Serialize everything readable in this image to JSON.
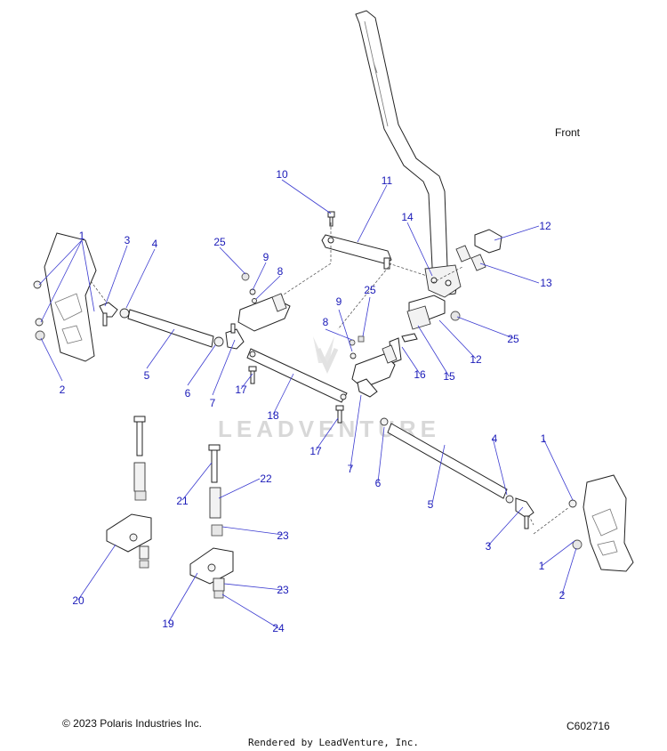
{
  "orientation_label": "Front",
  "callouts": [
    {
      "id": "c1a",
      "text": "1"
    },
    {
      "id": "c2a",
      "text": "2"
    },
    {
      "id": "c3a",
      "text": "3"
    },
    {
      "id": "c4a",
      "text": "4"
    },
    {
      "id": "c5a",
      "text": "5"
    },
    {
      "id": "c6a",
      "text": "6"
    },
    {
      "id": "c7a",
      "text": "7"
    },
    {
      "id": "c8a",
      "text": "8"
    },
    {
      "id": "c9a",
      "text": "9"
    },
    {
      "id": "c10",
      "text": "10"
    },
    {
      "id": "c11",
      "text": "11"
    },
    {
      "id": "c12a",
      "text": "12"
    },
    {
      "id": "c12b",
      "text": "12"
    },
    {
      "id": "c13",
      "text": "13"
    },
    {
      "id": "c14",
      "text": "14"
    },
    {
      "id": "c15",
      "text": "15"
    },
    {
      "id": "c16",
      "text": "16"
    },
    {
      "id": "c17a",
      "text": "17"
    },
    {
      "id": "c17b",
      "text": "17"
    },
    {
      "id": "c18",
      "text": "18"
    },
    {
      "id": "c19",
      "text": "19"
    },
    {
      "id": "c20",
      "text": "20"
    },
    {
      "id": "c21",
      "text": "21"
    },
    {
      "id": "c22",
      "text": "22"
    },
    {
      "id": "c23a",
      "text": "23"
    },
    {
      "id": "c23b",
      "text": "23"
    },
    {
      "id": "c24",
      "text": "24"
    },
    {
      "id": "c25a",
      "text": "25"
    },
    {
      "id": "c25b",
      "text": "25"
    },
    {
      "id": "c25c",
      "text": "25"
    },
    {
      "id": "c8b",
      "text": "8"
    },
    {
      "id": "c9b",
      "text": "9"
    },
    {
      "id": "c7b",
      "text": "7"
    },
    {
      "id": "c6b",
      "text": "6"
    },
    {
      "id": "c5b",
      "text": "5"
    },
    {
      "id": "c4b",
      "text": "4"
    },
    {
      "id": "c3b",
      "text": "3"
    },
    {
      "id": "c1b",
      "text": "1"
    },
    {
      "id": "c1c",
      "text": "1"
    },
    {
      "id": "c2b",
      "text": "2"
    }
  ],
  "watermark": "LEADVENTURE",
  "footer": {
    "copyright": "© 2023 Polaris Industries Inc.",
    "diagram_code": "C602716",
    "rendered_by": "Rendered by LeadVenture, Inc."
  }
}
